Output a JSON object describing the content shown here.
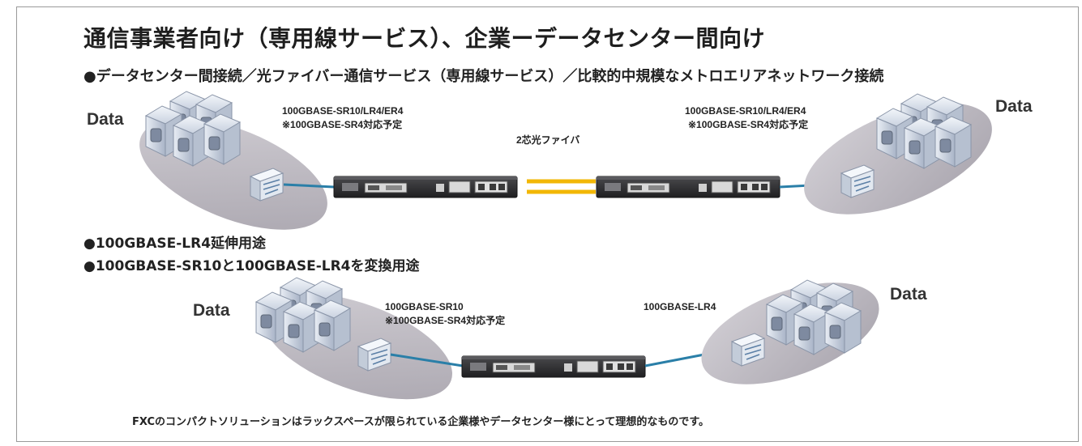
{
  "title": "通信事業者向け（専用線サービス）、企業ーデータセンター間向け",
  "subtitle": "●データセンター間接続／光ファイバー通信サービス（専用線サービス）／比較的中規模なメトロエリアネットワーク接続",
  "top_diagram": {
    "left_site_label": "Data",
    "right_site_label": "Data",
    "left_spec_line1": "100GBASE-SR10/LR4/ER4",
    "left_spec_line2": "※100GBASE-SR4対応予定",
    "right_spec_line1": "100GBASE-SR10/LR4/ER4",
    "right_spec_line2": "※100GBASE-SR4対応予定",
    "fiber_label": "2芯光ファイバ",
    "fiber_color": "#f2b705"
  },
  "bullet_extend": "●100GBASE-LR4延伸用途",
  "bullet_convert": "●100GBASE-SR10と100GBASE-LR4を変換用途",
  "bottom_diagram": {
    "left_site_label": "Data",
    "right_site_label": "Data",
    "left_spec_line1": "100GBASE-SR10",
    "left_spec_line2": "※100GBASE-SR4対応予定",
    "right_spec_line1": "100GBASE-LR4"
  },
  "footer": "FXCのコンパクトソリューションはラックスペースが限られている企業様やデータセンター様にとって理想的なものです。",
  "colors": {
    "link_line": "#2a7fa8",
    "ellipse": "#b9b5bd",
    "server": "#cfd6e3",
    "switch": "#dfe6ef",
    "device": "#2e2e30"
  }
}
